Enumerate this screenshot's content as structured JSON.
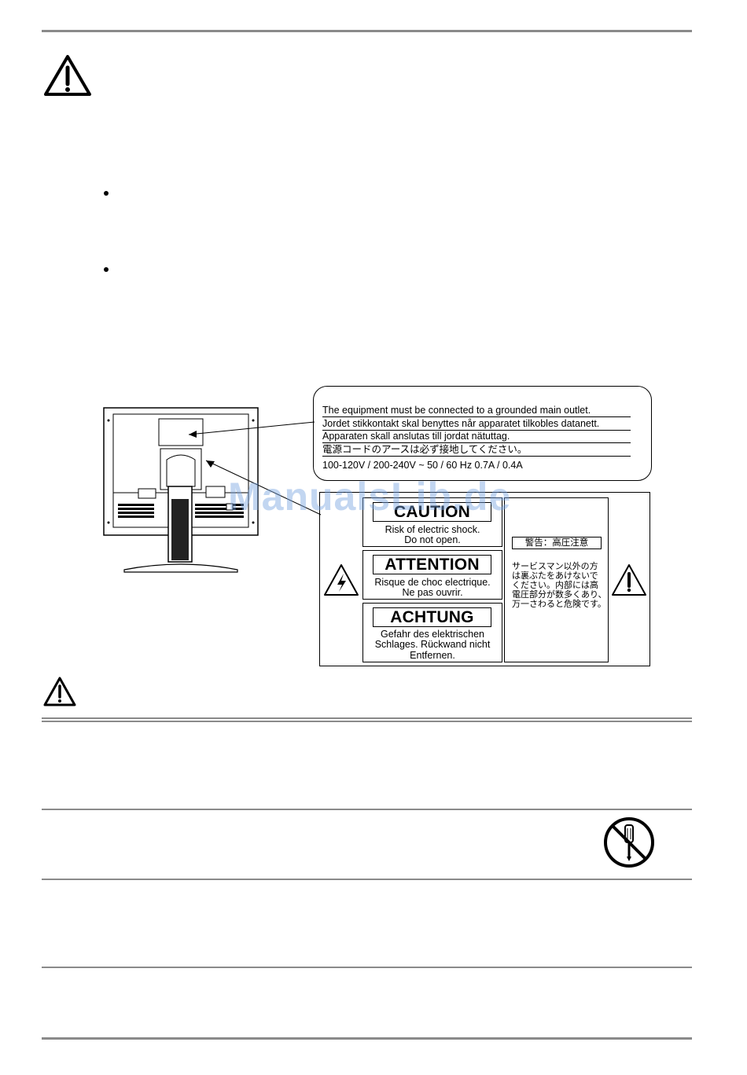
{
  "label": {
    "callout_lines": [
      "The equipment must be connected to a grounded main outlet.",
      "Jordet stikkontakt skal benyttes når apparatet tilkobles datanett.",
      "Apparaten skall anslutas till jordat nätuttag.",
      "電源コードのアースは必ず接地してください。"
    ],
    "rating": "100-120V / 200-240V ~ 50 / 60 Hz 0.7A / 0.4A",
    "warnings": [
      {
        "title": "CAUTION",
        "text": [
          "Risk of electric shock.",
          "Do not open."
        ]
      },
      {
        "title": "ATTENTION",
        "text": [
          "Risque de choc electrique.",
          "Ne pas ouvrir."
        ]
      },
      {
        "title": "ACHTUNG",
        "text": [
          "Gefahr des elektrischen",
          "Schlages. Rückwand nicht",
          "Entfernen."
        ]
      }
    ],
    "jp_title": "警告：高圧注意",
    "jp_text": [
      "サービスマン以外の方",
      "は裏ぶたをあけないで",
      "ください。内部には高",
      "電圧部分が数多くあり、",
      "万一さわると危険です。"
    ]
  },
  "watermark": "ManualsLib.de",
  "icons": {
    "warning": "warning-triangle-icon",
    "shock": "electric-shock-icon",
    "no_disassemble": "no-disassembly-icon"
  }
}
